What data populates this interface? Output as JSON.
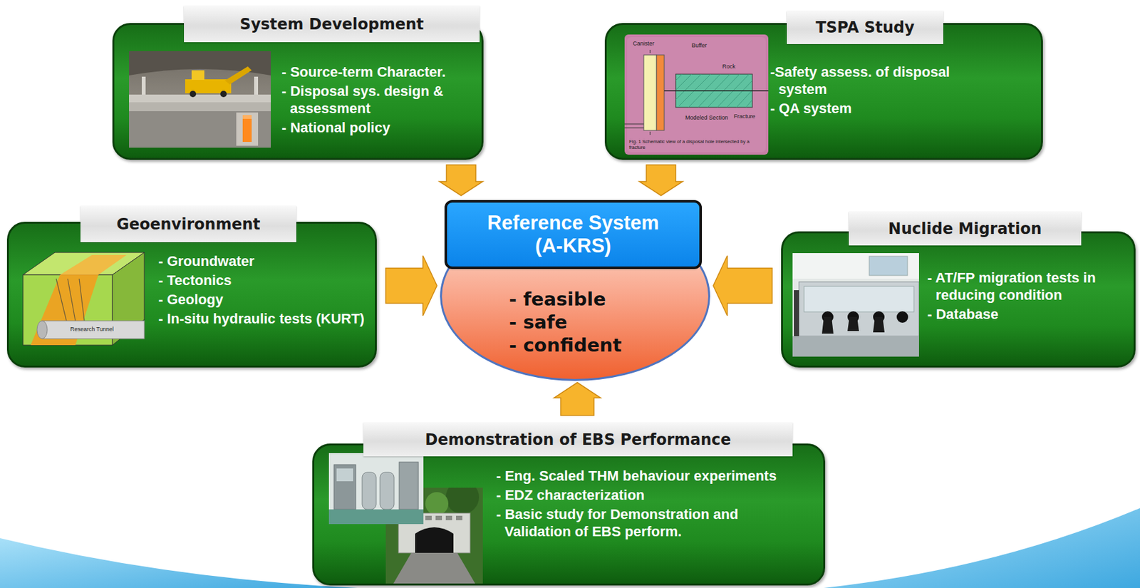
{
  "diagram": {
    "nodes": [
      {
        "text": [
          "System Development",
          "- Source-term Character.",
          "- Disposal sys. design & assessment",
          "- National policy"
        ]
      },
      {
        "text": [
          "TSPA Study",
          "-Safety assess. of disposal system",
          "- QA system"
        ]
      },
      {
        "text": [
          "Geoenvironment",
          "- Groundwater",
          "- Tectonics",
          "- Geology",
          "- In-situ hydraulic tests (KURT)"
        ]
      },
      {
        "text": [
          "- feasible",
          "- safe",
          "- confident"
        ]
      },
      {
        "text": [
          "Reference System (A-KRS)"
        ],
        "in": 3
      },
      {
        "text": [
          "Nuclide Migration",
          "- AT/FP migration tests in reducing condition",
          "- Database"
        ]
      },
      {
        "text": [
          "Demonstration of EBS Performance",
          "- Eng. Scaled THM behaviour experiments",
          "- EDZ characterization",
          "- Basic study for Demonstration and Validation of EBS perform."
        ]
      }
    ],
    "edges": [
      {
        "from": 0,
        "to": 4,
        "arrow": "to"
      },
      {
        "from": 1,
        "to": 4,
        "arrow": "to"
      },
      {
        "from": 2,
        "to": 3,
        "arrow": "to"
      },
      {
        "from": 5,
        "to": 3,
        "arrow": "to"
      },
      {
        "from": 6,
        "to": 3,
        "arrow": "to"
      }
    ],
    "labels": [
      "Canister",
      "Buffer",
      "Rock",
      "Fracture",
      "Modeled Section",
      "Fig. 1 Schematic view of a disposal hole intersected by a fracture",
      "Research Tunnel"
    ]
  }
}
